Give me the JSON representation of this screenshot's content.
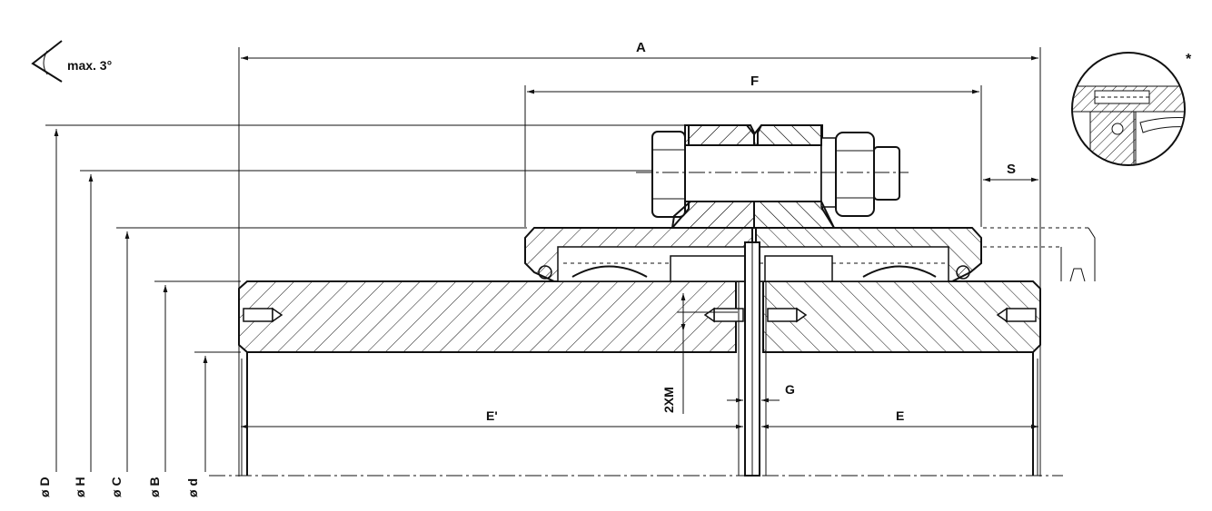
{
  "diagram": {
    "angle_note": "max. 3°",
    "detail_marker": "*",
    "dimensions": {
      "A": "A",
      "F": "F",
      "S": "S",
      "G": "G",
      "E": "E",
      "E_prime": "E'",
      "two_xm": "2XM"
    },
    "diameters": [
      "ø D",
      "ø H",
      "ø C",
      "ø B",
      "ø d"
    ],
    "colors": {
      "line": "#111111",
      "background": "#ffffff"
    }
  }
}
